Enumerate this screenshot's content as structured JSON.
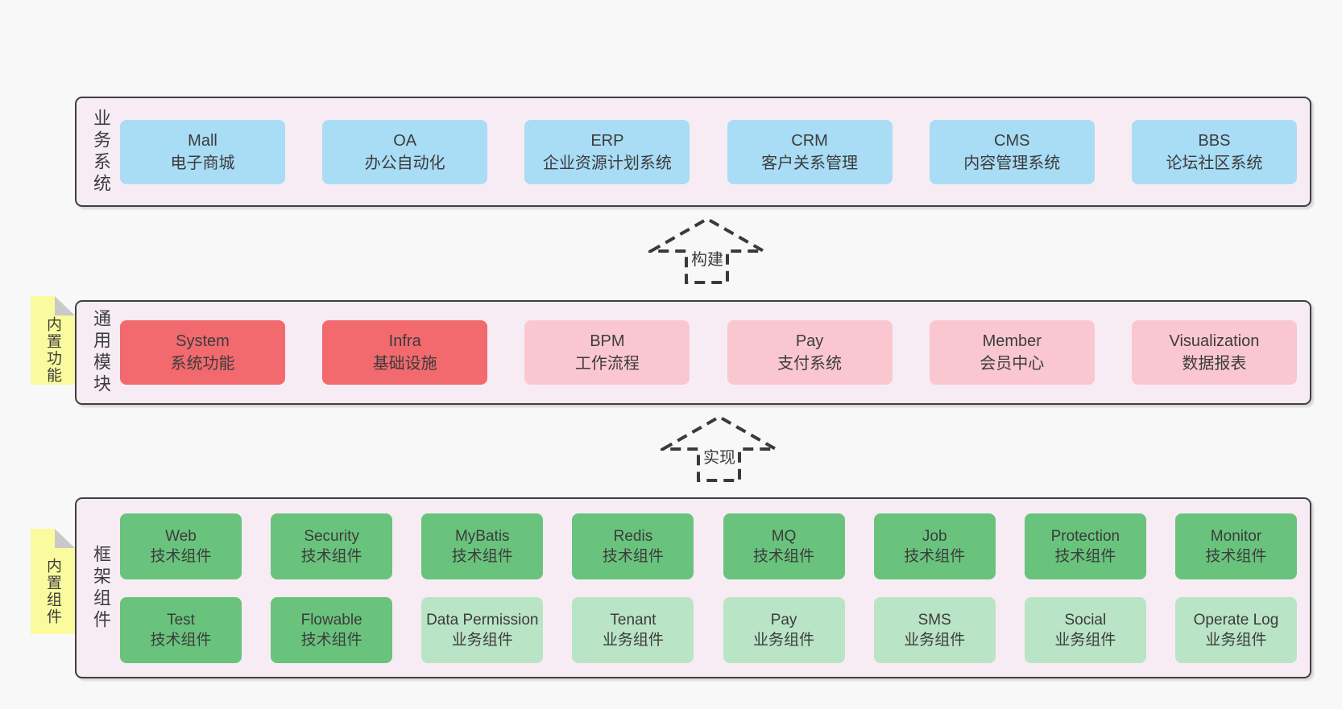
{
  "palette": {
    "page_background": "#f8f8f8",
    "container_fill": "#f8ecf4",
    "container_border": "#3f3f3f",
    "blue_box": "#a9dcf5",
    "red_box": "#f2696e",
    "pink_box": "#fac7d1",
    "green_dark_box": "#69c37d",
    "green_light_box": "#b9e4c5",
    "sticky_yellow": "#fafa9e",
    "sticky_fold_gray": "#c9c9c9",
    "arrow_stroke": "#3a3a3a",
    "text": "#3c3c3c"
  },
  "layers": {
    "business": {
      "label": "业务系统",
      "boxes": [
        {
          "name": "Mall",
          "desc": "电子商城",
          "variant": "blue"
        },
        {
          "name": "OA",
          "desc": "办公自动化",
          "variant": "blue"
        },
        {
          "name": "ERP",
          "desc": "企业资源计划系统",
          "variant": "blue"
        },
        {
          "name": "CRM",
          "desc": "客户关系管理",
          "variant": "blue"
        },
        {
          "name": "CMS",
          "desc": "内容管理系统",
          "variant": "blue"
        },
        {
          "name": "BBS",
          "desc": "论坛社区系统",
          "variant": "blue"
        }
      ]
    },
    "modules": {
      "label": "通用模块",
      "sticky": "内置功能",
      "boxes": [
        {
          "name": "System",
          "desc": "系统功能",
          "variant": "red"
        },
        {
          "name": "Infra",
          "desc": "基础设施",
          "variant": "red"
        },
        {
          "name": "BPM",
          "desc": "工作流程",
          "variant": "pink"
        },
        {
          "name": "Pay",
          "desc": "支付系统",
          "variant": "pink"
        },
        {
          "name": "Member",
          "desc": "会员中心",
          "variant": "pink"
        },
        {
          "name": "Visualization",
          "desc": "数据报表",
          "variant": "pink"
        }
      ]
    },
    "framework": {
      "label": "框架组件",
      "sticky": "内置组件",
      "row1": [
        {
          "name": "Web",
          "desc": "技术组件",
          "variant": "green-dark"
        },
        {
          "name": "Security",
          "desc": "技术组件",
          "variant": "green-dark"
        },
        {
          "name": "MyBatis",
          "desc": "技术组件",
          "variant": "green-dark"
        },
        {
          "name": "Redis",
          "desc": "技术组件",
          "variant": "green-dark"
        },
        {
          "name": "MQ",
          "desc": "技术组件",
          "variant": "green-dark"
        },
        {
          "name": "Job",
          "desc": "技术组件",
          "variant": "green-dark"
        },
        {
          "name": "Protection",
          "desc": "技术组件",
          "variant": "green-dark"
        },
        {
          "name": "Monitor",
          "desc": "技术组件",
          "variant": "green-dark"
        }
      ],
      "row2": [
        {
          "name": "Test",
          "desc": "技术组件",
          "variant": "green-dark"
        },
        {
          "name": "Flowable",
          "desc": "技术组件",
          "variant": "green-dark"
        },
        {
          "name": "Data Permission",
          "desc": "业务组件",
          "variant": "green-light"
        },
        {
          "name": "Tenant",
          "desc": "业务组件",
          "variant": "green-light"
        },
        {
          "name": "Pay",
          "desc": "业务组件",
          "variant": "green-light"
        },
        {
          "name": "SMS",
          "desc": "业务组件",
          "variant": "green-light"
        },
        {
          "name": "Social",
          "desc": "业务组件",
          "variant": "green-light"
        },
        {
          "name": "Operate Log",
          "desc": "业务组件",
          "variant": "green-light"
        }
      ]
    }
  },
  "arrows": {
    "build": {
      "label": "构建"
    },
    "implement": {
      "label": "实现"
    }
  }
}
